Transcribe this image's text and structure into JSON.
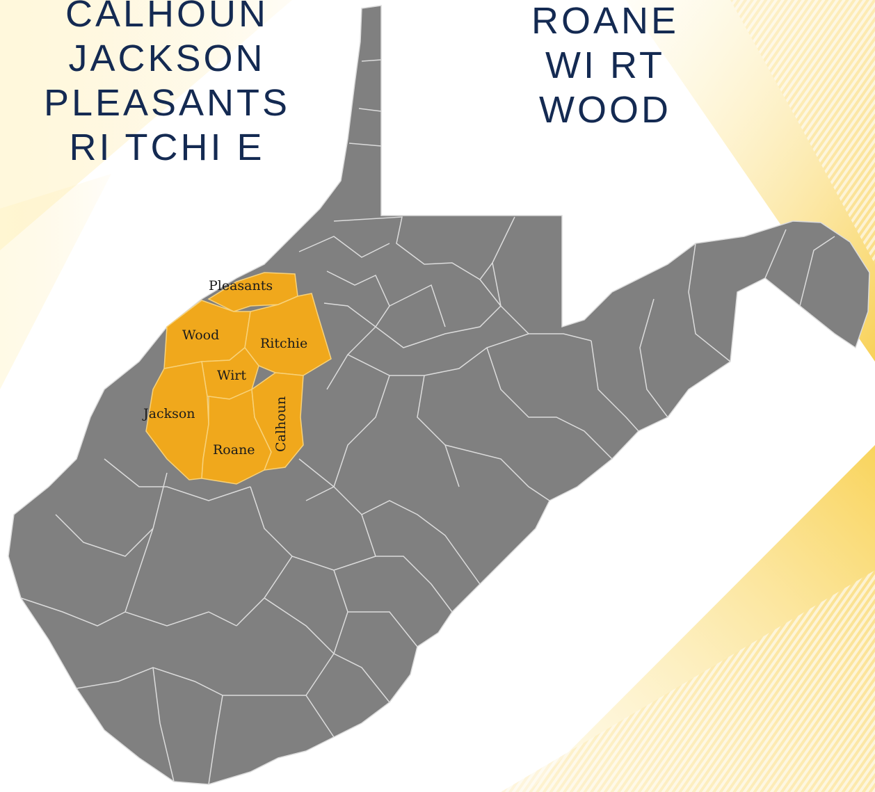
{
  "heading_lists": {
    "left": [
      "CALHOUN",
      "JACKSON",
      "PLEASANTS",
      "RI TCHI E"
    ],
    "right": [
      "ROANE",
      "WI RT",
      "WOOD"
    ]
  },
  "map": {
    "highlighted_counties": [
      {
        "id": "pleasants",
        "label": "Pleasants"
      },
      {
        "id": "wood",
        "label": "Wood"
      },
      {
        "id": "ritchie",
        "label": "Ritchie"
      },
      {
        "id": "wirt",
        "label": "Wirt"
      },
      {
        "id": "jackson",
        "label": "Jackson"
      },
      {
        "id": "roane",
        "label": "Roane"
      },
      {
        "id": "calhoun",
        "label": "Calhoun"
      }
    ],
    "colors": {
      "state_fill": "#808080",
      "highlight_fill": "#f0a81c",
      "border": "#dcdcdc",
      "heading_text": "#142a52",
      "accent_gold": "#f7c93a"
    }
  }
}
